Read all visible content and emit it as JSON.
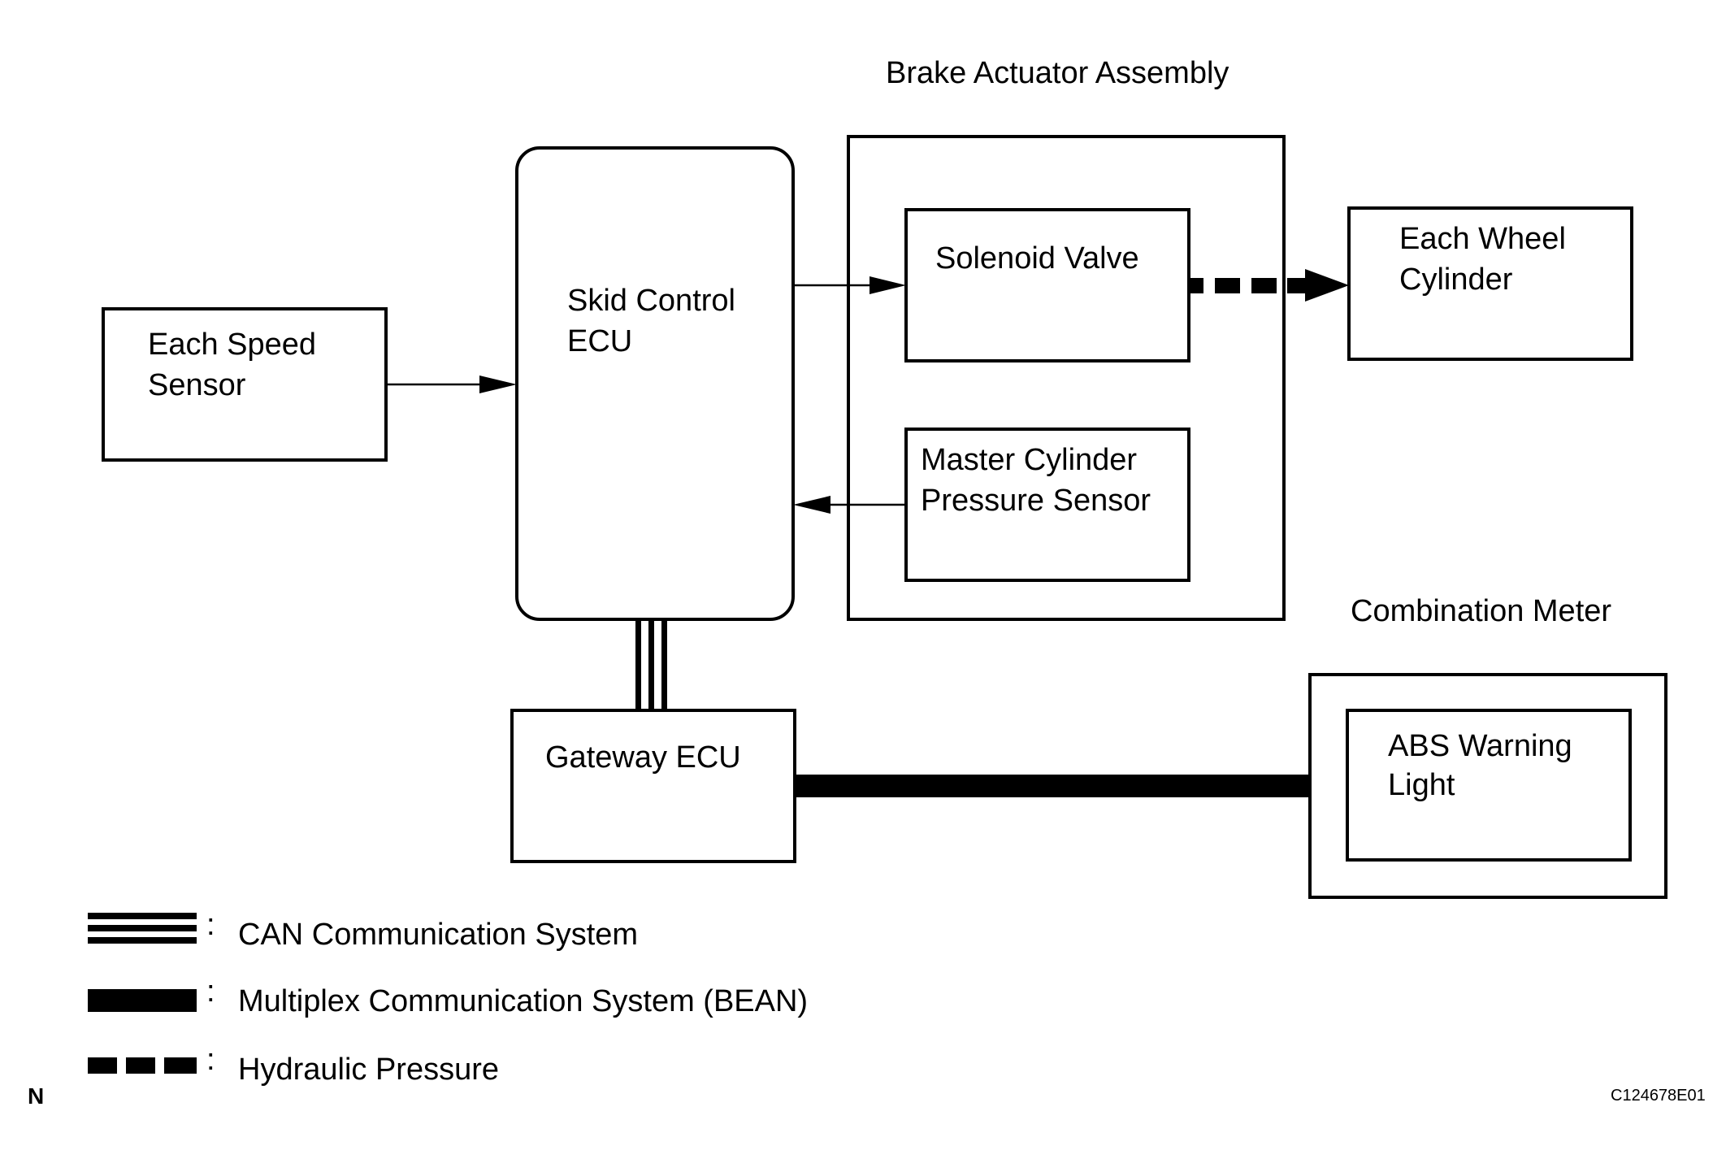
{
  "blocks": {
    "speed_sensor": [
      "Each Speed",
      "Sensor"
    ],
    "skid_ecu": [
      "Skid Control",
      "ECU"
    ],
    "actuator_title": "Brake Actuator Assembly",
    "solenoid": [
      "Solenoid Valve"
    ],
    "master_cyl": [
      "Master Cylinder",
      "Pressure Sensor"
    ],
    "wheel_cyl": [
      "Each Wheel",
      "Cylinder"
    ],
    "gateway": [
      "Gateway ECU"
    ],
    "meter_title": "Combination Meter",
    "abs_light": [
      "ABS Warning",
      "Light"
    ]
  },
  "legend": [
    {
      "sep": ":",
      "label": "CAN Communication System"
    },
    {
      "sep": ":",
      "label": "Multiplex Communication System (BEAN)"
    },
    {
      "sep": ":",
      "label": "Hydraulic Pressure"
    }
  ],
  "corner_mark": "N",
  "figure_code": "C124678E01"
}
